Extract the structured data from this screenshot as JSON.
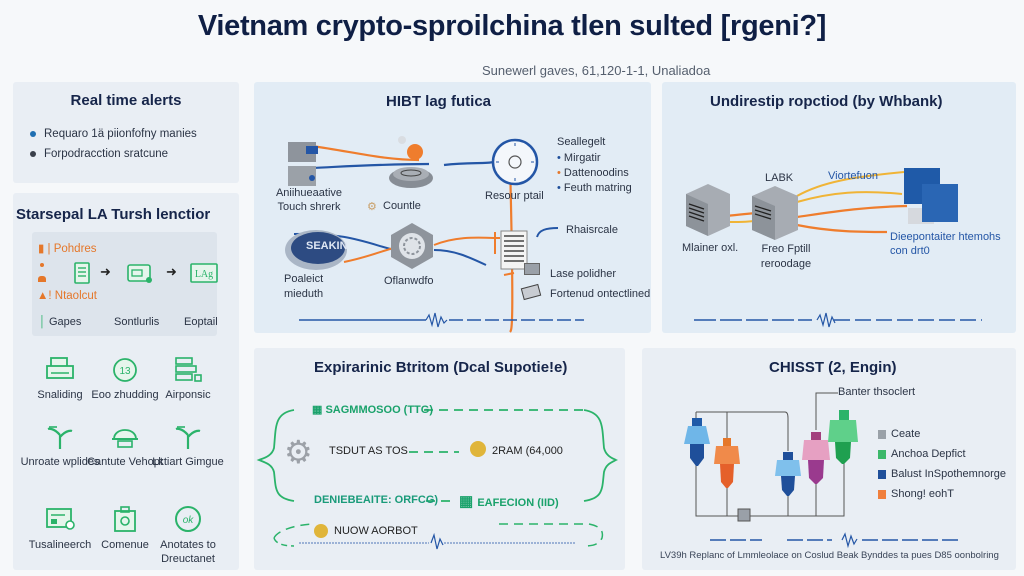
{
  "header": {
    "title": "Vietnam crypto-sproilchina tlen sulted [rgeni?]",
    "subtitle": "Sunewerl gaves, 61,120-1-1, Unaliadoa"
  },
  "alerts": {
    "title": "Real time alerts",
    "items": [
      {
        "label": "Requaro 1ä piionfofny manies",
        "color": "#1f6fb2"
      },
      {
        "label": "Forpodracction sratcune",
        "color": "#3a3f4a"
      }
    ]
  },
  "function_panel": {
    "title": "Starsepal LA Tursh lenctior",
    "flow_labels": [
      "Pohdres",
      "Ntaolcut"
    ],
    "steps": [
      "Gapes",
      "Sontlurlis",
      "Eoptail"
    ],
    "step_icons": [
      "document-icon",
      "card-icon",
      "lab-icon"
    ]
  },
  "features": {
    "items": [
      {
        "label": "Snaliding",
        "icon": "printer-icon"
      },
      {
        "label": "Eoo zhudding",
        "icon": "coin-icon"
      },
      {
        "label": "Airponsic",
        "icon": "blocks-icon"
      },
      {
        "label": "Unroate wplides",
        "icon": "sprout-icon"
      },
      {
        "label": "Cantute Vehopt",
        "icon": "dome-icon"
      },
      {
        "label": "Lktiart Gimgue",
        "icon": "sprout-icon"
      },
      {
        "label": "Tusalineerch",
        "icon": "id-card-icon"
      },
      {
        "label": "Comenue",
        "icon": "bag-icon"
      },
      {
        "label": "Anotates to Dreuctanet",
        "icon": "ok-circle-icon"
      }
    ]
  },
  "hibt": {
    "title": "HIBT lag futica",
    "nodes": {
      "servers": "Aniihueaative Touch shrerk",
      "counter": "Countle",
      "gauge": "Resour ptail",
      "badge": "SEAKIN",
      "badge_caption": "Poaleict mieduth",
      "hex": "Oflanwdfo",
      "doc_side": "Rhaisrcale",
      "printer": "Lase polidher",
      "keyboard": "Fortenud ontectlined"
    },
    "list_title": "Seallegelt",
    "list": [
      {
        "label": "Mirgatir",
        "color": "#1f4f9a"
      },
      {
        "label": "Dattenoodins",
        "color": "#e5772a"
      },
      {
        "label": "Feuth matring",
        "color": "#1f4f9a"
      }
    ]
  },
  "undirect": {
    "title": "Undirestip ropctiod (by Whbank)",
    "nodes": {
      "server1": "Mlainer oxl.",
      "server2_top": "LABK",
      "server2": "Freo Fptill reroodage",
      "link": "Viortefuon",
      "dest": "Dieepontaiter htemohs con drt0"
    }
  },
  "exp": {
    "title": "Expirarinic Btritom (Dcal Supotie!e)",
    "rows": [
      {
        "left": "SAGMMOSOO (TTG)",
        "right": ""
      },
      {
        "left": "TSDUT AS TOS",
        "right": "2RAM (64,000"
      },
      {
        "left": "DENIEBEAITE: ORFCG)",
        "right": "EAFECION (IID)"
      }
    ],
    "bottom": "NUOW AORBOT"
  },
  "chisst": {
    "title": "CHISST (2, Engin)",
    "top_label": "Banter thsoclert",
    "legend": [
      {
        "label": "Ceate",
        "color": "#9aa1a8"
      },
      {
        "label": "Anchoa Depfict",
        "color": "#3cb86a"
      },
      {
        "label": "Balust InSpothemnorge",
        "color": "#1f4f9a"
      },
      {
        "label": "Shong! eohT",
        "color": "#f07f3c"
      }
    ],
    "footer": "LV39h Replanc of Lmmleolace on Coslud Beak Bynddes ta pues D85 oonbolring"
  },
  "colors": {
    "navy": "#0f1f45",
    "green": "#2bb36a",
    "orange": "#ef7d2d",
    "blue": "#2456a6"
  }
}
